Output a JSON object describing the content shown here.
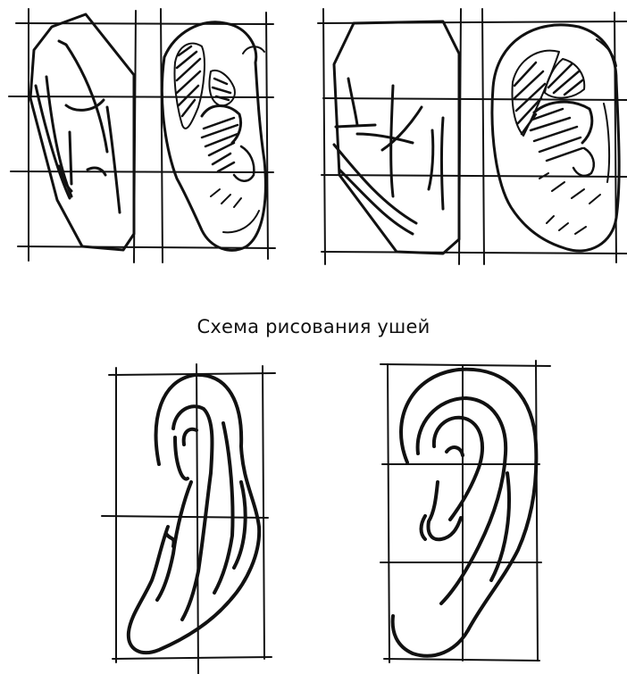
{
  "caption": "Схема рисования ушей",
  "colors": {
    "ink": "#111111",
    "paper": "#ffffff"
  },
  "figures": [
    {
      "name": "ear-block-in-1",
      "kind": "construction-sketch"
    },
    {
      "name": "ear-shaded-1",
      "kind": "shaded-drawing"
    },
    {
      "name": "ear-block-in-2",
      "kind": "construction-sketch"
    },
    {
      "name": "ear-shaded-2",
      "kind": "shaded-drawing"
    },
    {
      "name": "ear-contour-1",
      "kind": "contour-drawing"
    },
    {
      "name": "ear-contour-2",
      "kind": "contour-drawing"
    }
  ]
}
